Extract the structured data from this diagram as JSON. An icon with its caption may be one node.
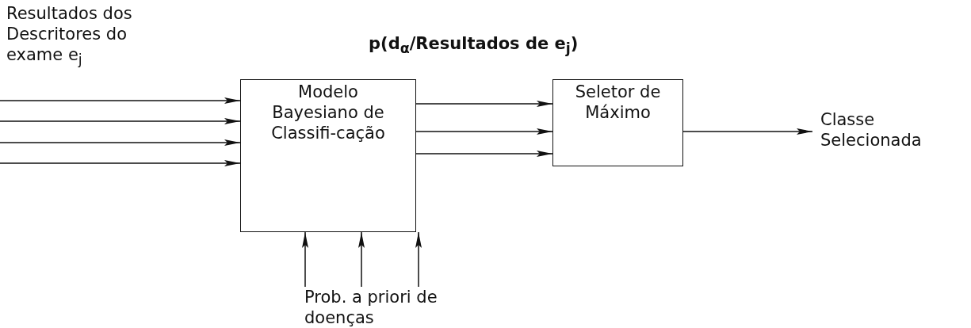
{
  "diagram": {
    "nodes": [
      {
        "text": [
          "Modelo Bayesiano de Classifi-cação"
        ]
      },
      {
        "text": [
          "Seletor de Máximo"
        ]
      },
      {
        "text": [
          "Classe Selecionada"
        ]
      },
      {
        "text": [
          "Prob. a priori de doenças"
        ]
      }
    ],
    "edges": [
      {
        "from": null,
        "to": 0,
        "arrow": "to"
      },
      {
        "from": null,
        "to": 0,
        "arrow": "to"
      },
      {
        "from": null,
        "to": 0,
        "arrow": "to"
      },
      {
        "from": null,
        "to": 0,
        "arrow": "to"
      },
      {
        "from": 0,
        "to": 1,
        "arrow": "to"
      },
      {
        "from": 0,
        "to": 1,
        "arrow": "to"
      },
      {
        "from": 0,
        "to": 1,
        "arrow": "to"
      },
      {
        "from": 1,
        "to": 2,
        "arrow": "to"
      },
      {
        "from": 3,
        "to": 0,
        "arrow": "to"
      },
      {
        "from": 3,
        "to": 0,
        "arrow": "to"
      },
      {
        "from": 3,
        "to": 0,
        "arrow": "to"
      }
    ],
    "labels": [
      "Resultados dos Descritores do exame e$_{j}$",
      "p(d$_{α}$/Resultados de e$_{j}$)"
    ]
  }
}
